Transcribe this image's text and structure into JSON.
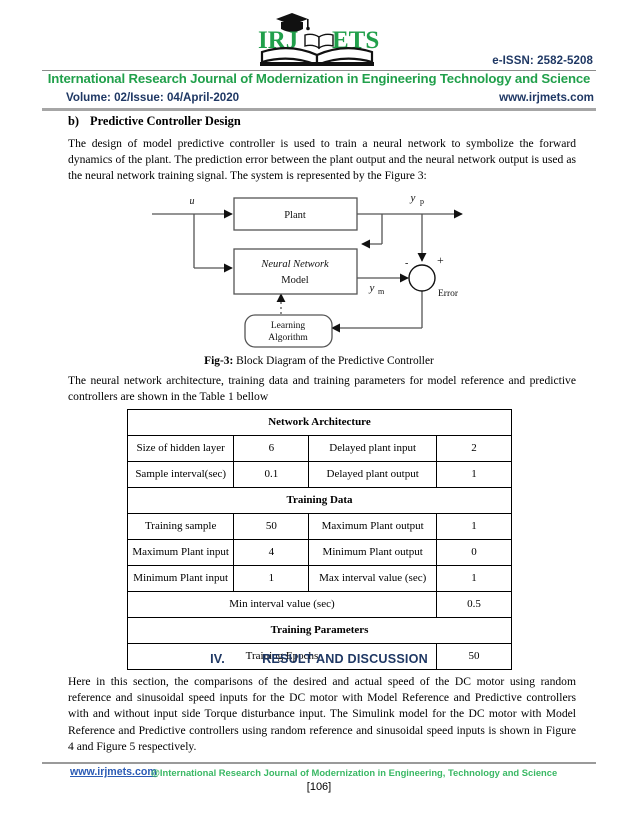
{
  "header": {
    "logo_text": "IRJ METS",
    "logo_icon": "open-book-graduation-cap-logo",
    "eissn": "e-ISSN: 2582-5208",
    "journal_title": "International Research Journal of Modernization in Engineering Technology and Science",
    "volume": "Volume: 02/Issue: 04/April-2020",
    "website": "www.irjmets.com",
    "colors": {
      "green": "#21a04b",
      "navy": "#1f3864",
      "rule": "#a6a6a6"
    }
  },
  "section_b": {
    "label": "b)",
    "title": "Predictive Controller Design",
    "paragraph": "The design of model predictive controller is used to train a neural network to symbolize the forward dynamics of the plant. The prediction error between the plant output and the neural network output is used as the neural network training signal. The system is represented by the Figure 3:"
  },
  "figure": {
    "input_label": "u",
    "plant_label": "Plant",
    "nn_label_italic": "Neural Network",
    "nn_label_plain": "Model",
    "learning_label_line1": "Learning",
    "learning_label_line2": "Algorithm",
    "yp_label": "y",
    "yp_sub": "p",
    "ym_label": "y",
    "ym_sub": "m",
    "minus_sign": "-",
    "plus_sign": "+",
    "error_label": "Error",
    "caption_prefix": "Fig-3:",
    "caption_text": " Block Diagram of the Predictive Controller"
  },
  "table_intro": "The neural network architecture, training data and training parameters for model reference and predictive controllers are shown in the Table 1 bellow",
  "table": {
    "rows": [
      {
        "type": "header",
        "cells": [
          "Network Architecture"
        ]
      },
      {
        "type": "data",
        "cells": [
          "Size of hidden layer",
          "6",
          "Delayed plant input",
          "2"
        ]
      },
      {
        "type": "data",
        "cells": [
          "Sample interval(sec)",
          "0.1",
          "Delayed plant output",
          "1"
        ]
      },
      {
        "type": "header",
        "cells": [
          "Training Data"
        ]
      },
      {
        "type": "data",
        "cells": [
          "Training sample",
          "50",
          "Maximum Plant output",
          "1"
        ]
      },
      {
        "type": "data",
        "cells": [
          "Maximum Plant input",
          "4",
          "Minimum Plant output",
          "0"
        ]
      },
      {
        "type": "data",
        "cells": [
          "Minimum Plant input",
          "1",
          "Max interval value (sec)",
          "1"
        ]
      },
      {
        "type": "wide",
        "cells": [
          "Min interval value (sec)",
          "0.5"
        ]
      },
      {
        "type": "header",
        "cells": [
          "Training Parameters"
        ]
      },
      {
        "type": "wide",
        "cells": [
          "Training Epochs",
          "50"
        ]
      }
    ]
  },
  "section_iv": {
    "number": "IV.",
    "title": "RESULT AND DISCUSSION",
    "paragraph": "Here in this section, the comparisons of the desired and actual speed of the DC motor using random reference and sinusoidal speed inputs for the DC motor with Model Reference and Predictive controllers with and without input side Torque disturbance input. The Simulink model for the DC motor with Model Reference and Predictive controllers using random reference and sinusoidal speed inputs is shown in Figure 4 and Figure 5 respectively."
  },
  "footer": {
    "url": "www.irjmets.com",
    "org": "@International Research Journal of Modernization in Engineering, Technology and Science",
    "page": "[106]"
  }
}
